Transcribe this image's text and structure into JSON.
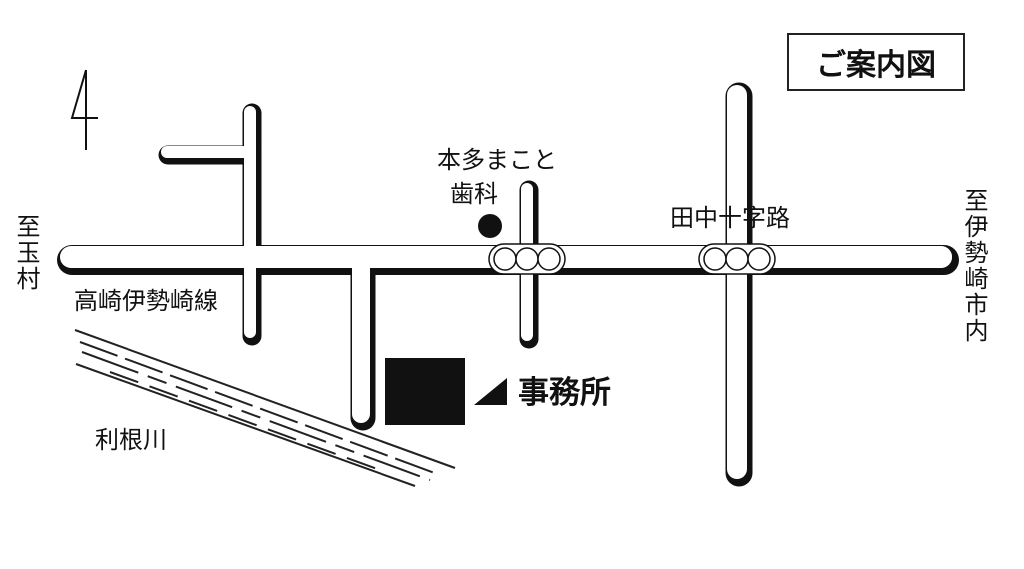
{
  "map": {
    "title": "ご案内図",
    "labels": {
      "to_tamamura": "至玉村",
      "to_isesaki": "至伊勢崎市内",
      "road_name": "高崎伊勢崎線",
      "river": "利根川",
      "dentist_line1": "本多まこと",
      "dentist_line2": "歯科",
      "intersection": "田中十字路",
      "office": "事務所"
    },
    "icons": [
      "north-arrow-icon",
      "traffic-signal-icon",
      "dentist-marker-icon",
      "office-marker-icon",
      "pointer-triangle-icon"
    ],
    "colors": {
      "ink": "#111111",
      "background": "#ffffff"
    }
  }
}
